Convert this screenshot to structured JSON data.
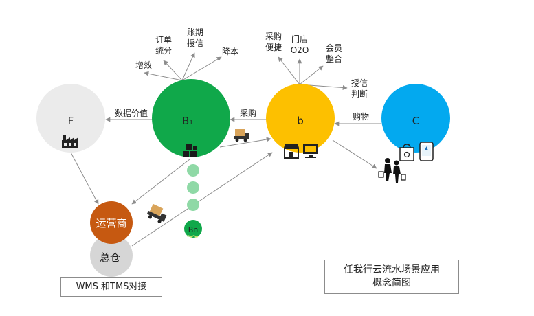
{
  "nodes": {
    "f": "F",
    "b1": "B",
    "b1_sub": "1",
    "b_small": "b",
    "c": "C",
    "operator": "运营商",
    "warehouse": "总仓",
    "bn": "Bn"
  },
  "b1_benefits": {
    "zengxiao": "增效",
    "dingdan_1": "订单",
    "dingdan_2": "统分",
    "zhangqi_1": "账期",
    "zhangqi_2": "授信",
    "jiangben": "降本"
  },
  "b_benefits": {
    "caigou_1": "采购",
    "caigou_2": "便捷",
    "mendian_1": "门店",
    "mendian_2": "O2O",
    "huiyuan_1": "会员",
    "huiyuan_2": "整合",
    "shouxin_1": "授信",
    "shouxin_2": "判断"
  },
  "flows": {
    "data_value": "数据价值",
    "purchase": "采购",
    "shopping": "购物"
  },
  "footer": {
    "wms": "WMS 和TMS对接",
    "title_1": "任我行云流水场景应用",
    "title_2": "概念简图"
  },
  "colors": {
    "f": "#ebebeb",
    "b1": "#10a84a",
    "b_small": "#fdc000",
    "c": "#03a9ef",
    "operator": "#c65911",
    "warehouse": "#d6d6d6",
    "dots": "#8fd9a6",
    "arrow": "#8c8c8c"
  },
  "icons": [
    "factory-icon",
    "boxes-icon",
    "delivery-truck-icon",
    "store-icon",
    "pos-terminal-icon",
    "shopping-bag-icon",
    "mobile-phone-icon",
    "shoppers-icon"
  ]
}
